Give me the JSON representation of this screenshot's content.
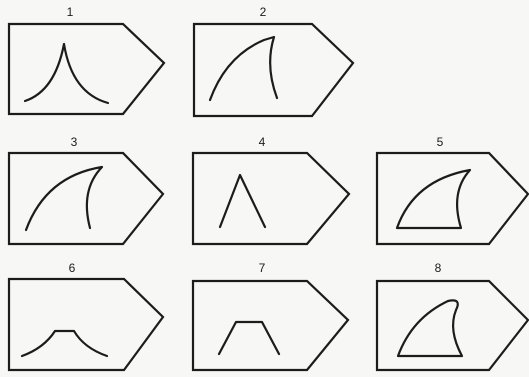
{
  "figure": {
    "panels": [
      {
        "number": "1",
        "shape": "cusp-peak"
      },
      {
        "number": "2",
        "shape": "open-fin"
      },
      {
        "number": "3",
        "shape": "open-fin-wide"
      },
      {
        "number": "4",
        "shape": "inverted-v"
      },
      {
        "number": "5",
        "shape": "closed-fin"
      },
      {
        "number": "6",
        "shape": "low-flat-top-mound"
      },
      {
        "number": "7",
        "shape": "trapezoid"
      },
      {
        "number": "8",
        "shape": "closed-fin-round"
      }
    ]
  }
}
